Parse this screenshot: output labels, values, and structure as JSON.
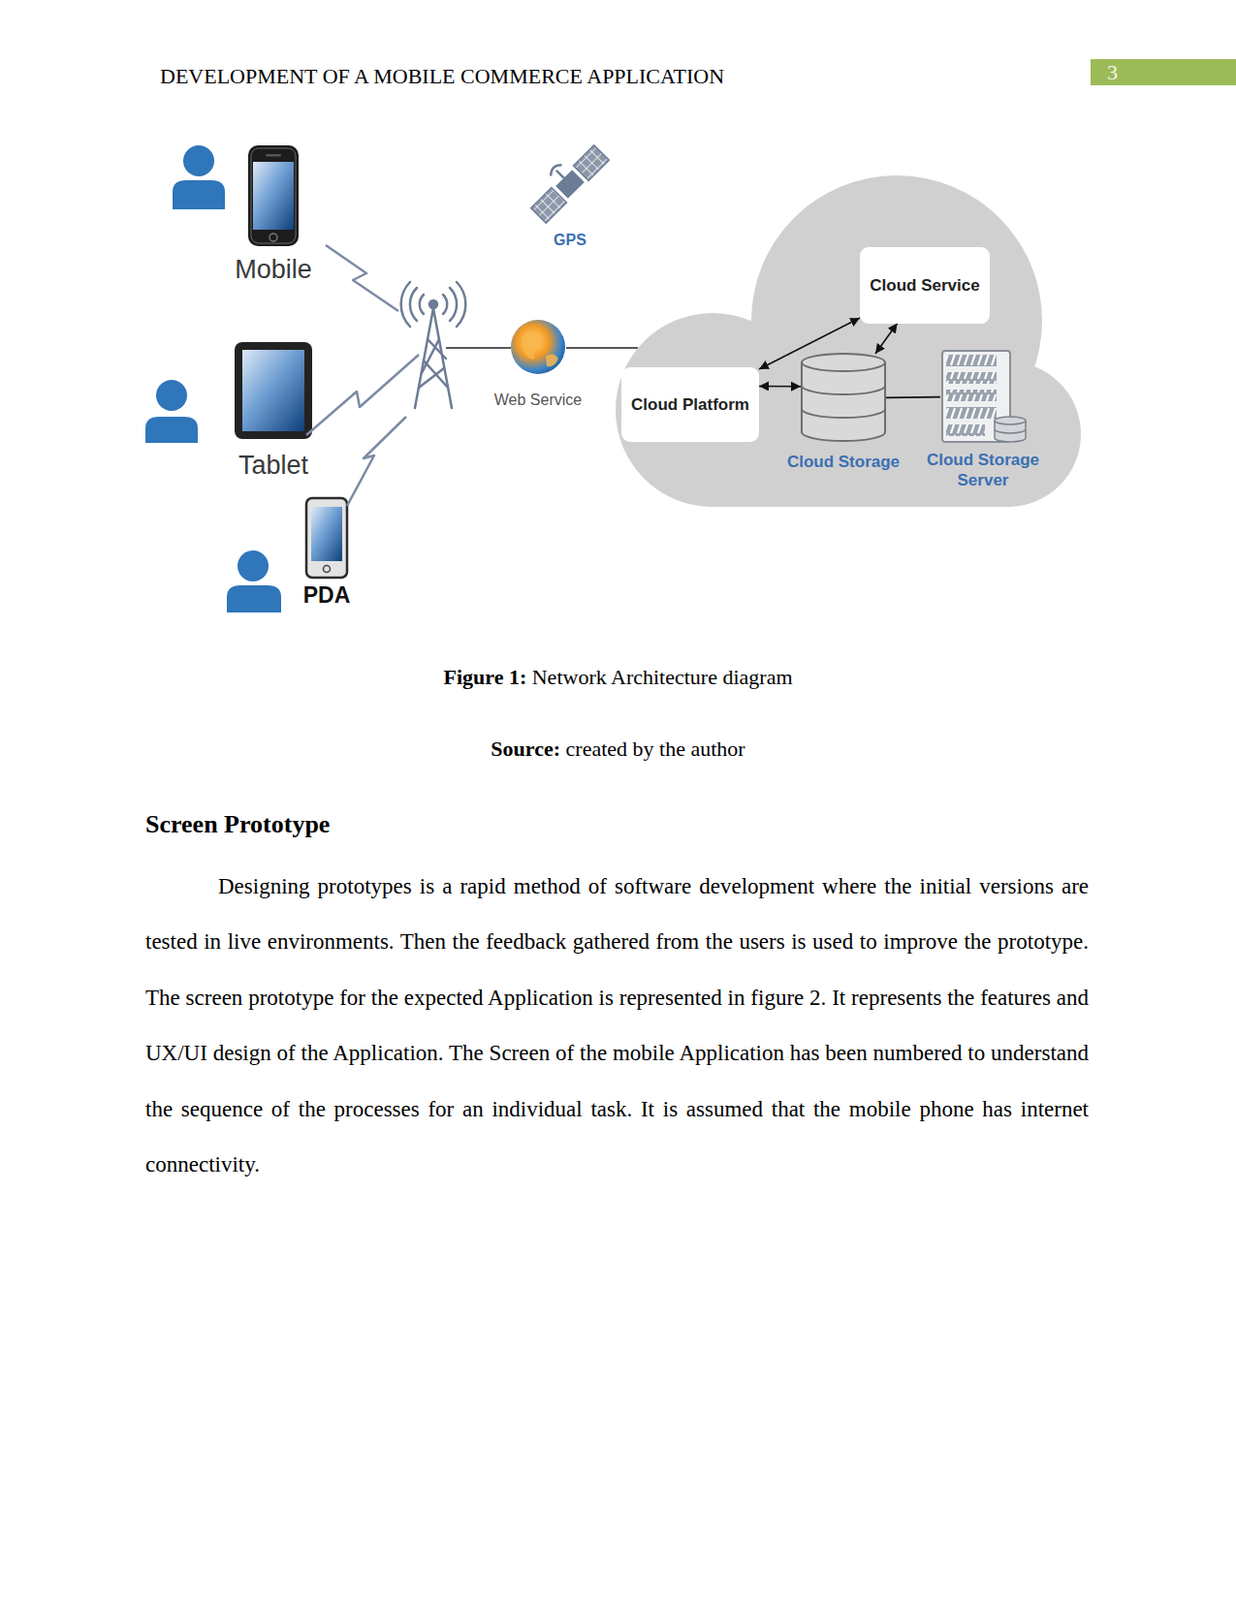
{
  "diagram": {
    "nodes": [
      {
        "text": [
          "Mobile"
        ]
      },
      {
        "text": [
          "GPS"
        ]
      },
      {
        "text": [
          "Cloud Service"
        ]
      },
      {
        "text": [
          "Web Service"
        ]
      },
      {
        "text": [
          "Cloud Platform"
        ]
      },
      {
        "text": [
          "Cloud Storage"
        ]
      },
      {
        "text": [
          "Cloud Storage Server"
        ]
      },
      {
        "text": [
          "Tablet"
        ]
      },
      {
        "text": [
          "PDA"
        ]
      }
    ],
    "edges": [
      {
        "from": 4,
        "to": 2,
        "arrow": "both"
      },
      {
        "from": 4,
        "to": 5,
        "arrow": "both"
      },
      {
        "from": 5,
        "to": 2,
        "arrow": "both"
      },
      {
        "from": 5,
        "to": 6,
        "arrow": "none"
      }
    ],
    "labels": [
      "DEVELOPMENT OF A MOBILE COMMERCE APPLICATION",
      "3",
      "Figure 1:",
      "Network Architecture diagram",
      "Source:",
      "created by the author",
      "Screen Prototype",
      "Designing prototypes is a rapid method of software development where the initial versions are tested in live environments. Then the feedback gathered from the users is used to improve the prototype. The screen prototype for the expected Application is represented in figure 2. It represents the features and UX/UI design of the Application. The Screen of the mobile Application has been numbered to understand the sequence of the processes for an individual task. It is assumed that the mobile phone has internet connectivity."
    ]
  }
}
